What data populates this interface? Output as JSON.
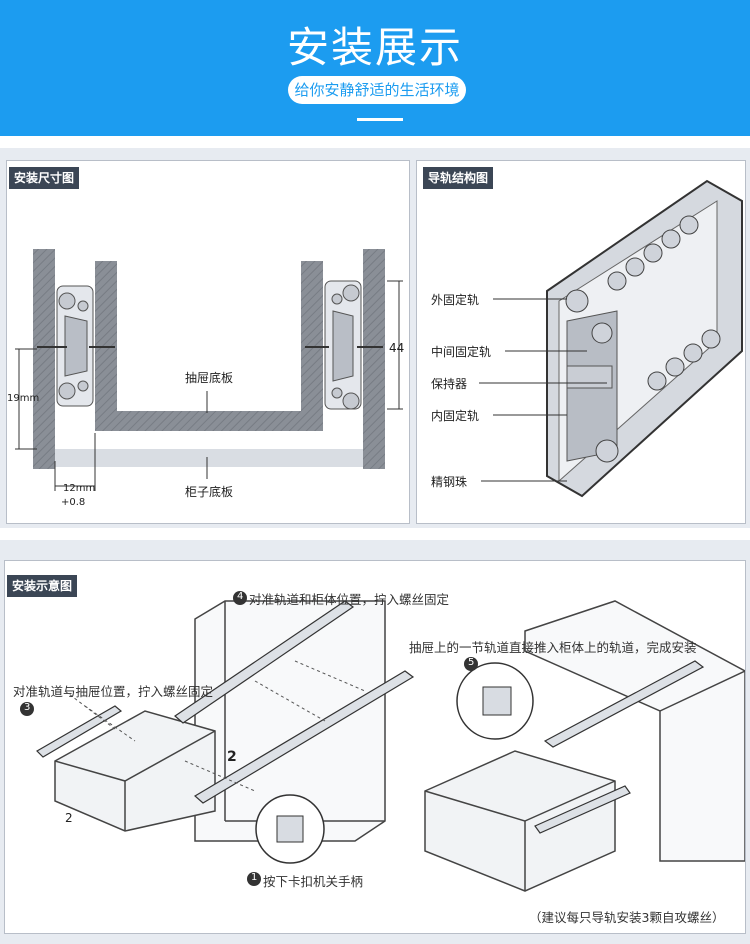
{
  "header": {
    "title": "安装展示",
    "subtitle": "给你安静舒适的生活环境",
    "bg_color": "#1c9cf0"
  },
  "dimension_panel": {
    "tag": "安装尺寸图",
    "drawer_bottom_label": "抽屉底板",
    "cabinet_bottom_label": "柜子底板",
    "dim_height": "19mm",
    "dim_right": "44",
    "dim_gap": "12mm",
    "dim_tolerance": "+0.8"
  },
  "structure_panel": {
    "tag": "导轨结构图",
    "labels": [
      "外固定轨",
      "中间固定轨",
      "保持器",
      "内固定轨",
      "精钢珠"
    ]
  },
  "install_panel": {
    "tag": "安装示意图",
    "step4": "对准轨道和柜体位置，拧入螺丝固定",
    "step5": "抽屉上的一节轨道直接推入柜体上的轨道，完成安装",
    "step3": "对准轨道与抽屉位置，拧入螺丝固定",
    "step1": "按下卡扣机关手柄",
    "step2_number": "2",
    "drawer_number": "2",
    "note": "（建议每只导轨安装3颗自攻螺丝）",
    "num4": "4",
    "num5": "5",
    "num3": "3",
    "num1": "1"
  }
}
